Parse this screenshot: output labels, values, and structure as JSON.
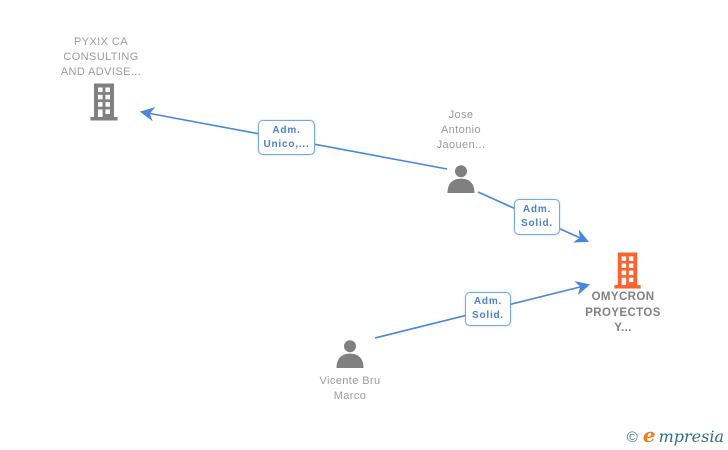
{
  "diagram": {
    "nodes": {
      "pyxix": {
        "type": "company",
        "lines": [
          "PYXIX CA",
          "CONSULTING",
          "AND ADVISE..."
        ]
      },
      "jose": {
        "type": "person",
        "lines": [
          "Jose",
          "Antonio",
          "Jaouen..."
        ]
      },
      "omycron": {
        "type": "company",
        "highlighted": true,
        "lines": [
          "OMYCRON",
          "PROYECTOS",
          "Y..."
        ]
      },
      "vicente": {
        "type": "person",
        "lines": [
          "Vicente Bru",
          "Marco"
        ]
      }
    },
    "edges": [
      {
        "id": "jose-pyxix",
        "label_lines": [
          "Adm.",
          "Unico,..."
        ]
      },
      {
        "id": "jose-omycron",
        "label_lines": [
          "Adm.",
          "Solid."
        ]
      },
      {
        "id": "vicente-omycron",
        "label_lines": [
          "Adm.",
          "Solid."
        ]
      }
    ],
    "colors": {
      "edge_blue": "#4a87d9",
      "label_box_border": "#76a7e3",
      "label_text_blue": "#4a80d1",
      "icon_gray": "#808080",
      "node_text_gray": "#9c9c9c",
      "highlight_orange": "#f96231"
    }
  },
  "watermark": {
    "copyright_symbol": "©",
    "brand_initial": "e",
    "brand_rest": "mpresia"
  }
}
